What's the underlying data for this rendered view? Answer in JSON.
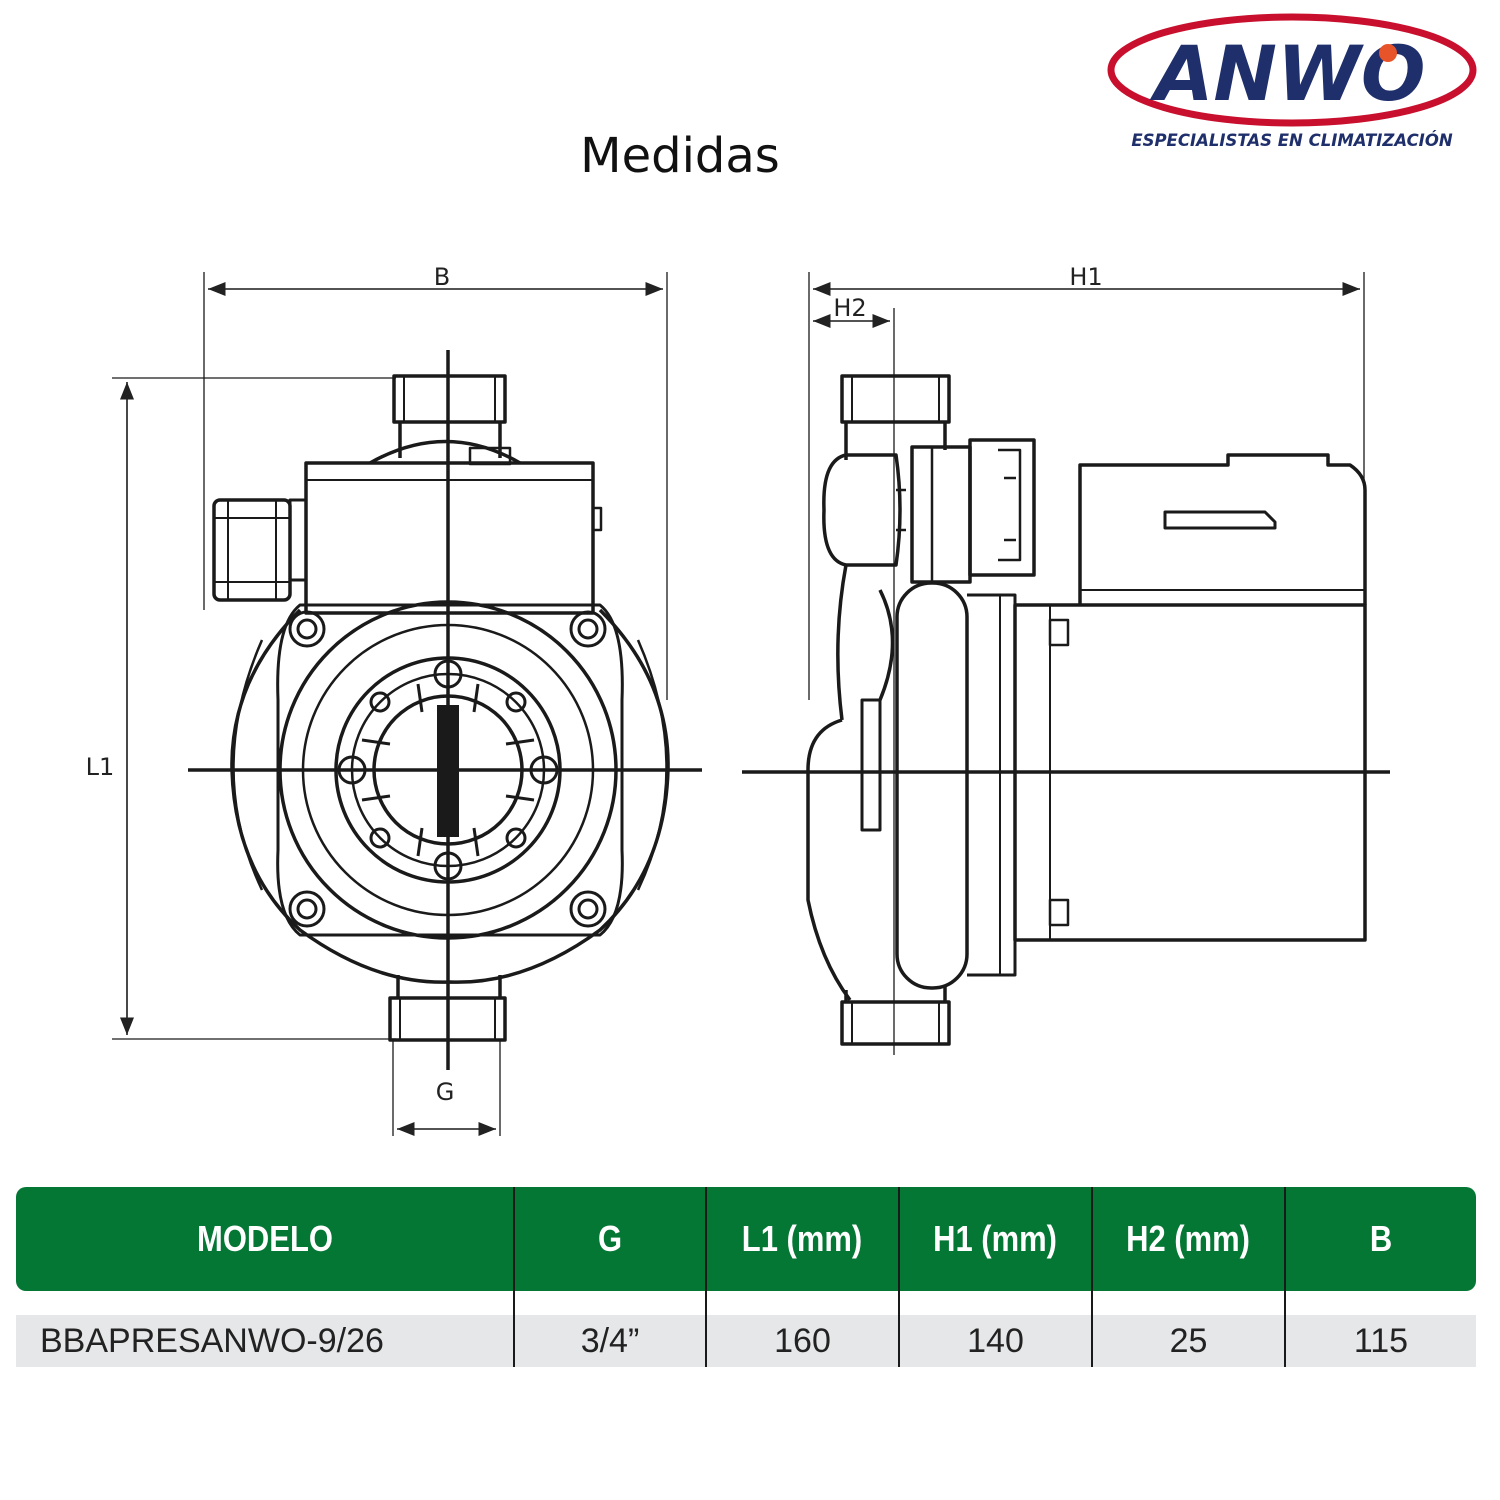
{
  "logo": {
    "name": "ANWO",
    "tagline": "ESPECIALISTAS EN CLIMATIZACIÓN"
  },
  "title": "Medidas",
  "dimension_labels": {
    "b": "B",
    "l1": "L1",
    "g": "G",
    "h1": "H1",
    "h2": "H2"
  },
  "table": {
    "headers": [
      "MODELO",
      "G",
      "L1 (mm)",
      "H1 (mm)",
      "H2 (mm)",
      "B"
    ],
    "rows": [
      [
        "BBAPRESANWO-9/26",
        "3/4”",
        "160",
        "140",
        "25",
        "115"
      ]
    ]
  },
  "colors": {
    "header_green": "#057735",
    "row_gray": "#e6e7e9",
    "logo_red": "#c8102e",
    "logo_navy": "#1f2f6b",
    "logo_orange": "#e8542a"
  }
}
